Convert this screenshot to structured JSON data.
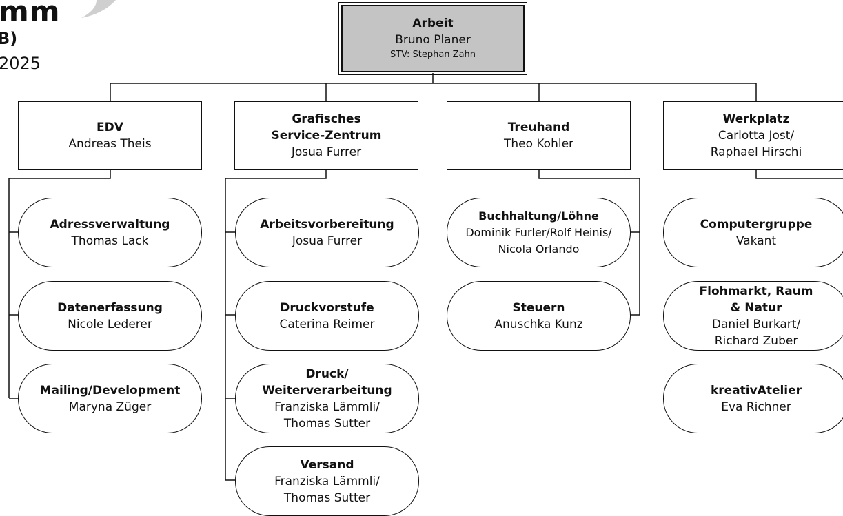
{
  "header": {
    "title": "mm",
    "subtitle": "B)",
    "date": "2025"
  },
  "root": {
    "title": "Arbeit",
    "lead": "Bruno Planer",
    "deputy": "STV: Stephan Zahn"
  },
  "departments": [
    {
      "title": "EDV",
      "lead": "Andreas Theis",
      "units": [
        {
          "title": "Adressverwaltung",
          "lead": "Thomas Lack"
        },
        {
          "title": "Datenerfassung",
          "lead": "Nicole Lederer"
        },
        {
          "title": "Mailing/Development",
          "lead": "Maryna Züger"
        }
      ]
    },
    {
      "title": "Grafisches Service-Zentrum",
      "title_line1": "Grafisches",
      "title_line2": "Service-Zentrum",
      "lead": "Josua Furrer",
      "units": [
        {
          "title": "Arbeitsvorbereitung",
          "lead": "Josua Furrer"
        },
        {
          "title": "Druckvorstufe",
          "lead": "Caterina Reimer"
        },
        {
          "title_line1": "Druck/",
          "title_line2": "Weiterverarbeitung",
          "lead_line1": "Franziska Lämmli/",
          "lead_line2": "Thomas Sutter"
        },
        {
          "title": "Versand",
          "lead_line1": "Franziska Lämmli/",
          "lead_line2": "Thomas Sutter"
        }
      ]
    },
    {
      "title": "Treuhand",
      "lead": "Theo Kohler",
      "units": [
        {
          "title": "Buchhaltung/Löhne",
          "lead_line1": "Dominik Furler/Rolf Heinis/",
          "lead_line2": "Nicola Orlando"
        },
        {
          "title": "Steuern",
          "lead": "Anuschka Kunz"
        }
      ]
    },
    {
      "title": "Werkplatz",
      "lead_line1": "Carlotta Jost/",
      "lead_line2": "Raphael Hirschi",
      "units": [
        {
          "title": "Computergruppe",
          "lead": "Vakant"
        },
        {
          "title_line1": "Flohmarkt, Raum",
          "title_line2": "& Natur",
          "lead_line1": "Daniel Burkart/",
          "lead_line2": "Richard Zuber"
        },
        {
          "title": "kreativAtelier",
          "lead": "Eva Richner"
        }
      ]
    }
  ]
}
